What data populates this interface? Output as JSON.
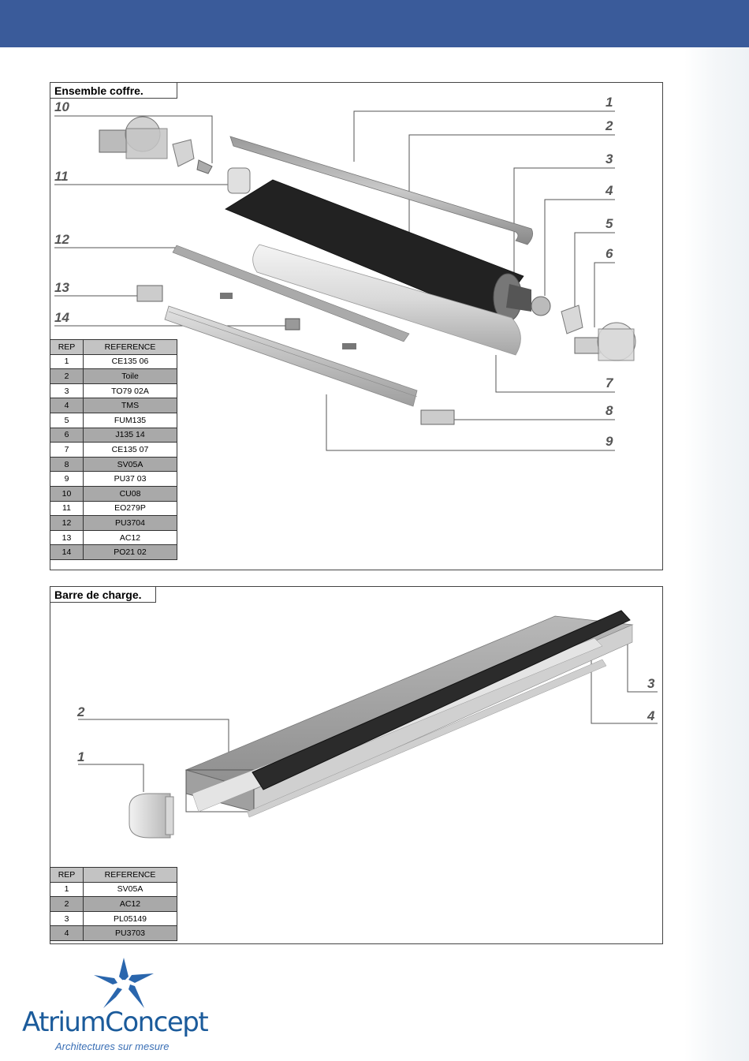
{
  "colors": {
    "header_bar": "#3a5b9a",
    "logo_blue": "#1b5b9b"
  },
  "ensemble_coffre": {
    "title": "Ensemble coffre.",
    "callouts": [
      "1",
      "2",
      "3",
      "4",
      "5",
      "6",
      "7",
      "8",
      "9",
      "10",
      "11",
      "12",
      "13",
      "14"
    ],
    "table": {
      "headers": [
        "REP",
        "REFERENCE"
      ],
      "rows": [
        [
          "1",
          "CE135 06"
        ],
        [
          "2",
          "Toile"
        ],
        [
          "3",
          "TO79 02A"
        ],
        [
          "4",
          "TMS"
        ],
        [
          "5",
          "FUM135"
        ],
        [
          "6",
          "J135 14"
        ],
        [
          "7",
          "CE135 07"
        ],
        [
          "8",
          "SV05A"
        ],
        [
          "9",
          "PU37 03"
        ],
        [
          "10",
          "CU08"
        ],
        [
          "11",
          "EO279P"
        ],
        [
          "12",
          "PU3704"
        ],
        [
          "13",
          "AC12"
        ],
        [
          "14",
          "PO21 02"
        ]
      ]
    }
  },
  "barre_de_charge": {
    "title": "Barre de charge.",
    "callouts": [
      "1",
      "2",
      "3",
      "4"
    ],
    "table": {
      "headers": [
        "REP",
        "REFERENCE"
      ],
      "rows": [
        [
          "1",
          "SV05A"
        ],
        [
          "2",
          "AC12"
        ],
        [
          "3",
          "PL05149"
        ],
        [
          "4",
          "PU3703"
        ]
      ]
    }
  },
  "logo": {
    "name": "AtriumConcept",
    "tagline": "Architectures sur mesure",
    "icon": "star-flower-icon"
  }
}
